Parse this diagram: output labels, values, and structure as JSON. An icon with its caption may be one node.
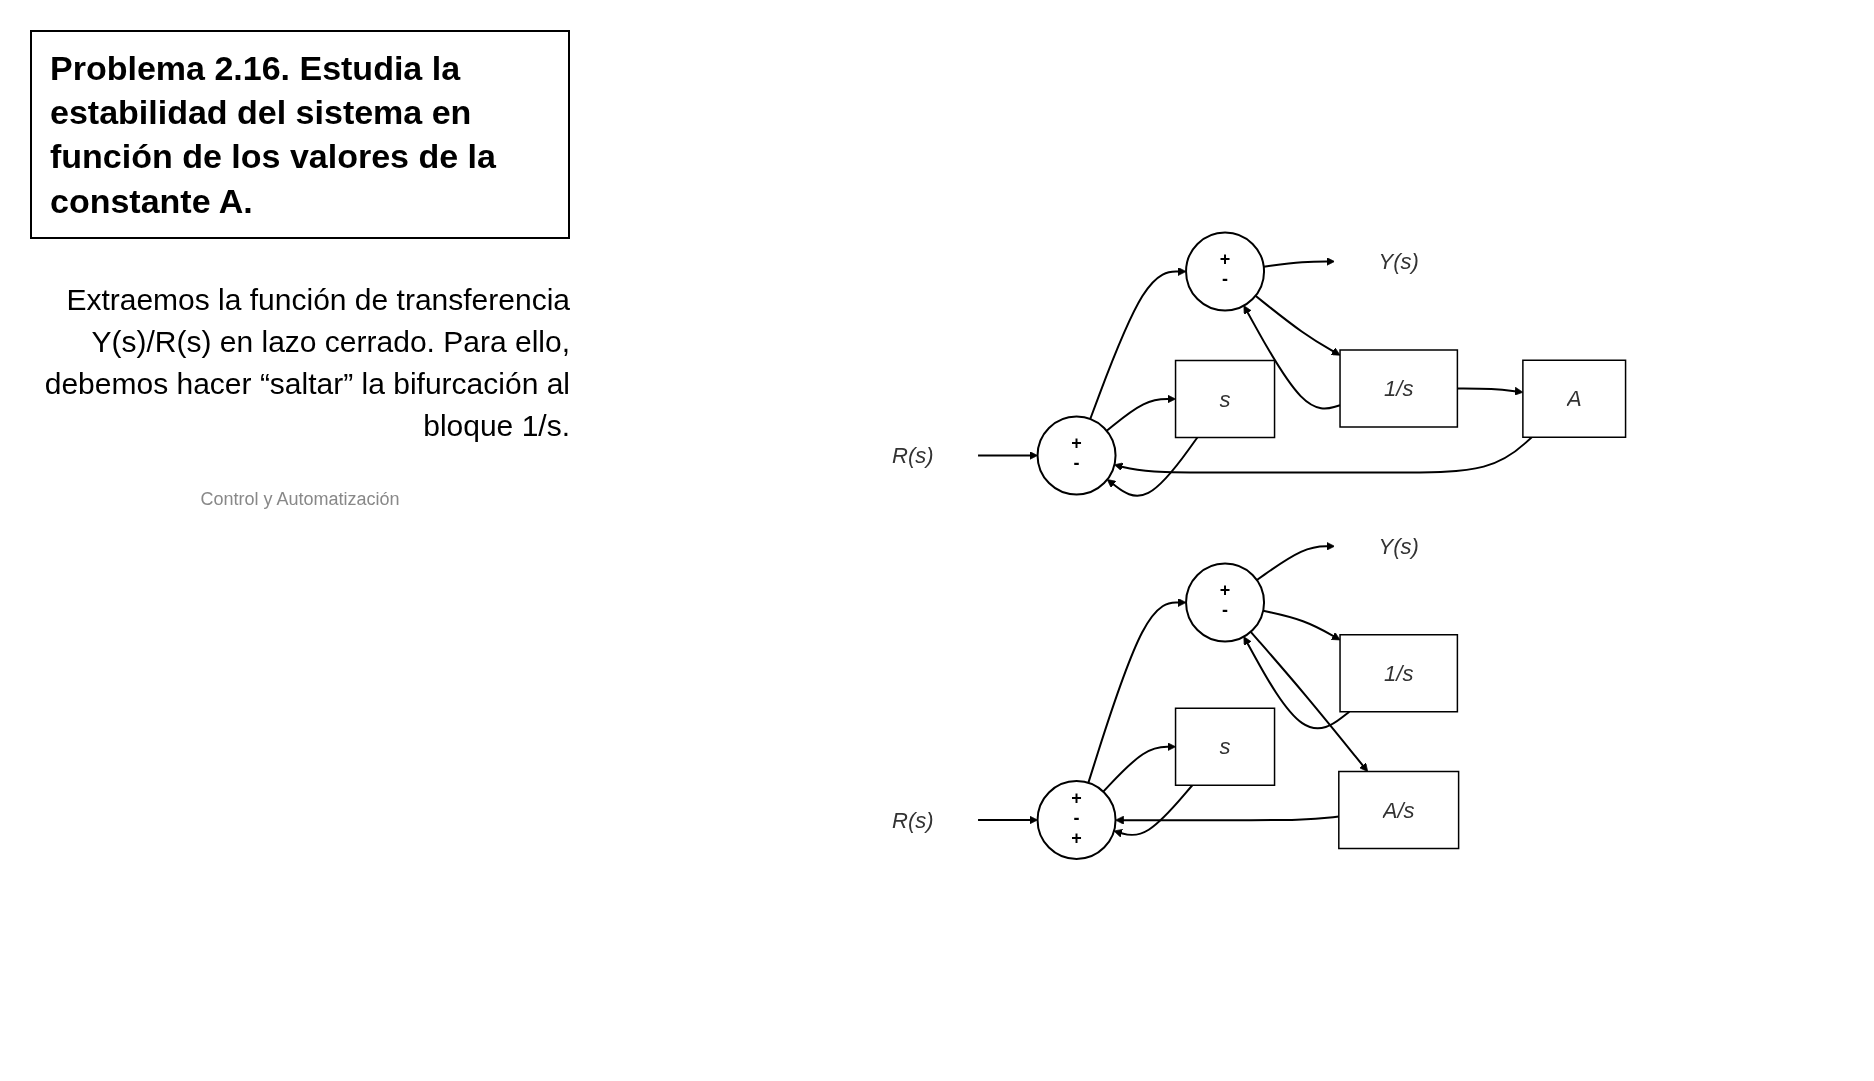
{
  "diagram": {
    "title": "Problema 2.16. Estudia la estabilidad del sistema en función de los valores de la constante A.",
    "nodes": [
      {
        "text": [
          "R(s)"
        ]
      },
      {
        "text": [
          "+",
          "-"
        ]
      },
      {
        "text": [
          "s"
        ]
      },
      {
        "text": [
          "+",
          "-"
        ]
      },
      {
        "text": [
          "Y(s)"
        ]
      },
      {
        "text": [
          "A"
        ]
      },
      {
        "text": [
          "1/s"
        ]
      },
      {
        "text": [
          "R(s)"
        ]
      },
      {
        "text": [
          "+",
          "-",
          "+"
        ]
      },
      {
        "text": [
          "s"
        ]
      },
      {
        "text": [
          "+",
          "-"
        ]
      },
      {
        "text": [
          "Y(s)"
        ]
      },
      {
        "text": [
          "1/s"
        ]
      },
      {
        "text": [
          "A/s"
        ]
      }
    ],
    "edges": [
      {
        "from": 0,
        "to": 1,
        "arrow": "to"
      },
      {
        "from": 2,
        "to": 1,
        "arrow": "to"
      },
      {
        "from": 5,
        "to": 1,
        "arrow": "to"
      },
      {
        "from": 1,
        "to": 3,
        "arrow": "to"
      },
      {
        "from": 1,
        "to": 2,
        "arrow": "to"
      },
      {
        "from": 3,
        "to": 4,
        "arrow": "to"
      },
      {
        "from": 3,
        "to": 6,
        "arrow": "to"
      },
      {
        "from": 6,
        "to": 3,
        "arrow": "to"
      },
      {
        "from": 6,
        "to": 5,
        "arrow": "to"
      },
      {
        "from": 7,
        "to": 8,
        "arrow": "to"
      },
      {
        "from": 9,
        "to": 8,
        "arrow": "to"
      },
      {
        "from": 13,
        "to": 8,
        "arrow": "to"
      },
      {
        "from": 8,
        "to": 10,
        "arrow": "to"
      },
      {
        "from": 8,
        "to": 9,
        "arrow": "to"
      },
      {
        "from": 10,
        "to": 11,
        "arrow": "to"
      },
      {
        "from": 10,
        "to": 12,
        "arrow": "to"
      },
      {
        "from": 10,
        "to": 13,
        "arrow": "to"
      },
      {
        "from": 12,
        "to": 10,
        "arrow": "to"
      }
    ],
    "labels": [
      "Extraemos la función de transferencia Y(s)/R(s) en lazo cerrado. Para ello, debemos hacer “saltar” la bifurcación al bloque 1/s.",
      "Control y Automatización"
    ]
  }
}
